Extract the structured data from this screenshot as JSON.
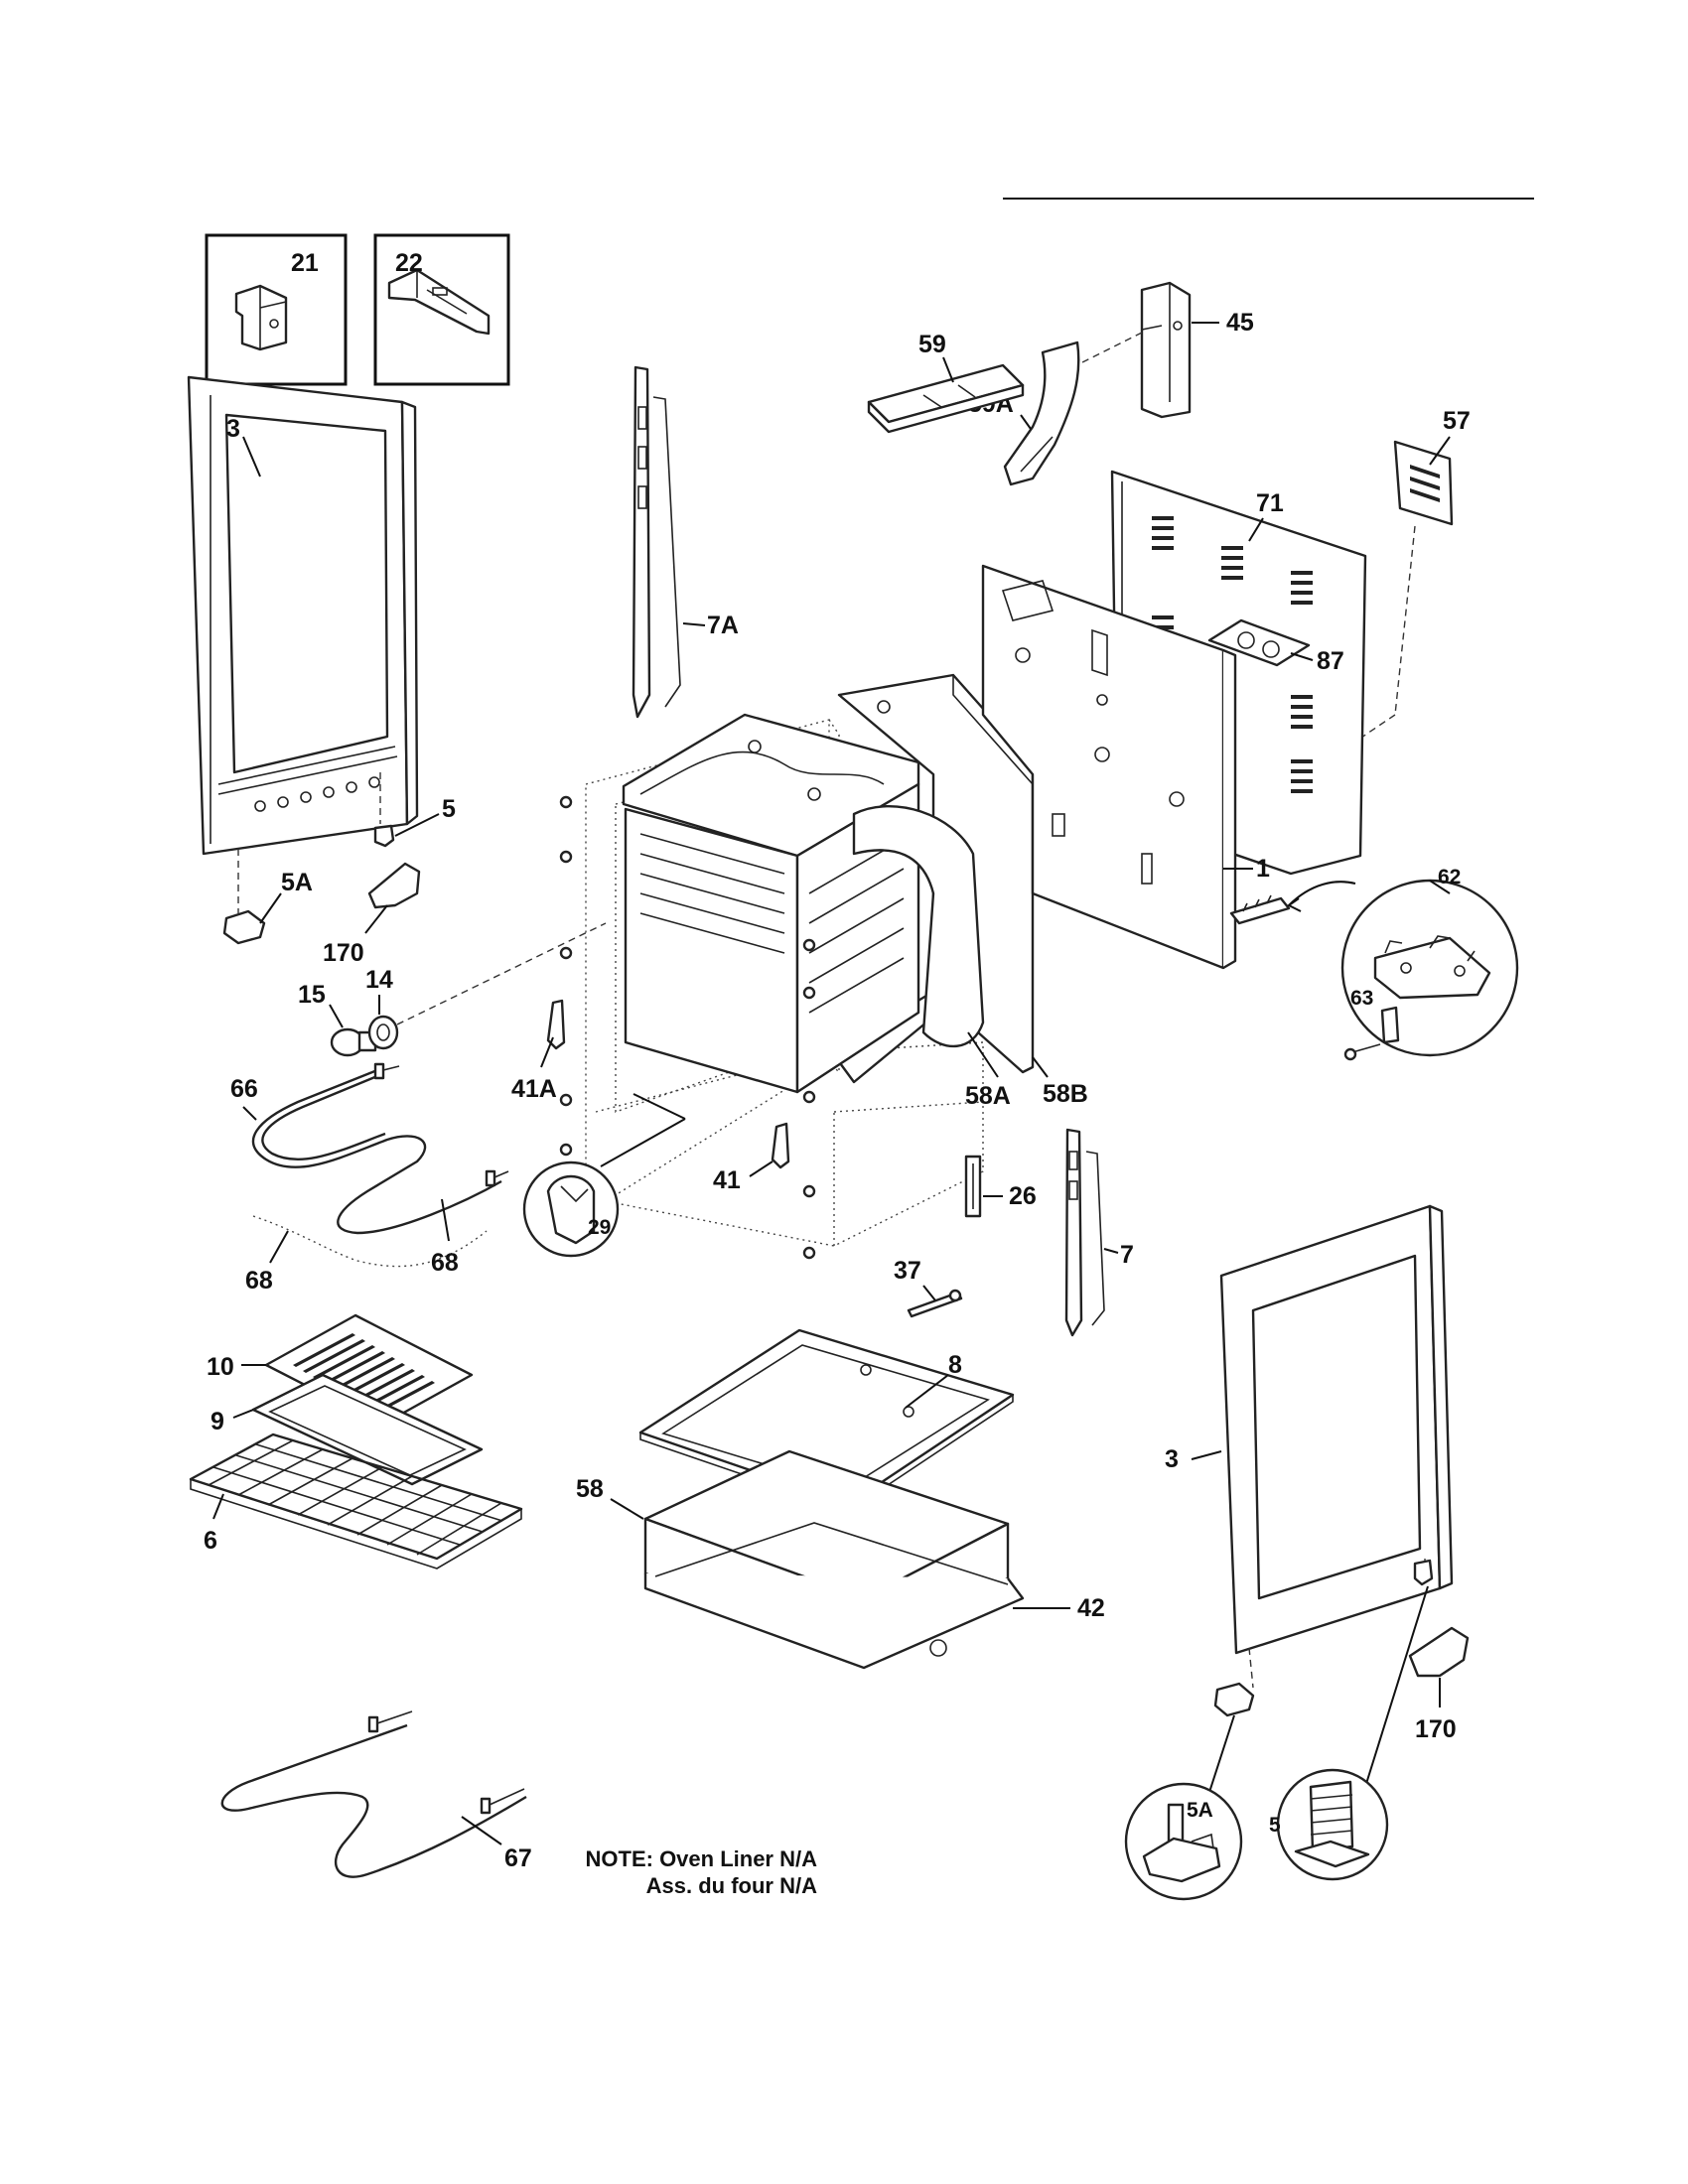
{
  "callouts": {
    "c21": "21",
    "c22": "22",
    "c3_left": "3",
    "c5_left": "5",
    "c5A_left": "5A",
    "c170_left": "170",
    "c15": "15",
    "c14": "14",
    "c7A": "7A",
    "c41A": "41A",
    "c41": "41",
    "c29": "29",
    "c26": "26",
    "c7": "7",
    "c37": "37",
    "c66": "66",
    "c68_a": "68",
    "c68_b": "68",
    "c10": "10",
    "c9": "9",
    "c6": "6",
    "c8": "8",
    "c58": "58",
    "c42": "42",
    "c67": "67",
    "c45": "45",
    "c59A": "59A",
    "c59": "59",
    "c57": "57",
    "c71": "71",
    "c87": "87",
    "c1": "1",
    "c58A": "58A",
    "c58B": "58B",
    "c62": "62",
    "c63": "63",
    "c3_right": "3",
    "c170_right": "170",
    "c5_right": "5",
    "c5A_right": "5A"
  },
  "note": {
    "line1": "NOTE: Oven Liner N/A",
    "line2": "Ass. du four N/A"
  }
}
